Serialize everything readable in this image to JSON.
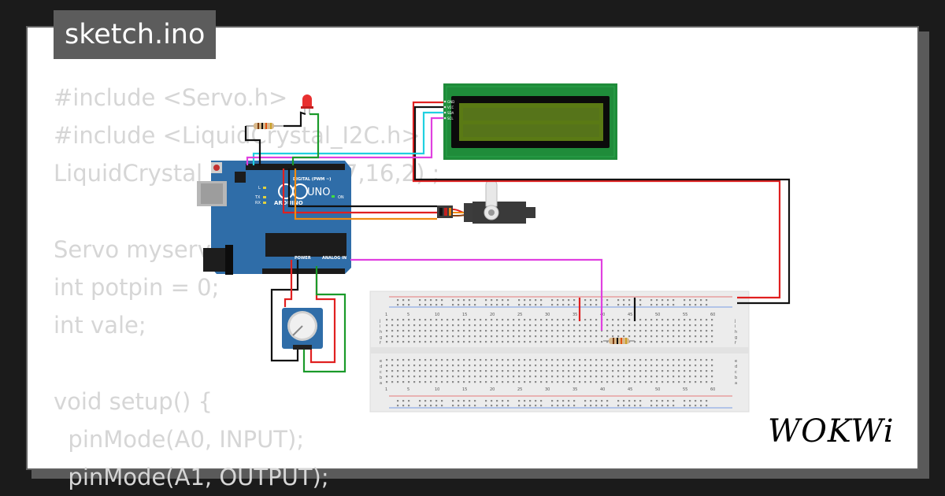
{
  "title": "sketch.ino",
  "code_lines": [
    "#include <Servo.h>",
    "#include <LiquidCrystal_I2C.h>",
    "LiquidCrystal_I2C lcd(0x27,16,2) ;",
    "",
    "Servo myservo;",
    "int potpin = 0;",
    "int vale;",
    "",
    "void setup() {",
    "  pinMode(A0, INPUT);",
    "  pinMode(A1, OUTPUT);"
  ],
  "logo": "WOKWi",
  "arduino": {
    "brand": "ARDUINO",
    "model": "UNO",
    "digital_label": "DIGITAL (PWM ~)",
    "power_label": "POWER",
    "analog_label": "ANALOG IN",
    "on_label": "ON",
    "l_label": "L",
    "tx_label": "TX",
    "rx_label": "RX"
  },
  "lcd": {
    "pin_labels": [
      "GND",
      "VCC",
      "SDA",
      "SCL"
    ]
  },
  "breadboard": {
    "column_numbers": [
      "1",
      "5",
      "10",
      "15",
      "20",
      "25",
      "30",
      "35",
      "40",
      "45",
      "50",
      "55",
      "60"
    ],
    "row_letters_top": [
      "j",
      "i",
      "h",
      "g",
      "f"
    ],
    "row_letters_bottom": [
      "e",
      "d",
      "c",
      "b",
      "a"
    ]
  },
  "colors": {
    "background": "#1b1b1b",
    "card": "#ffffff",
    "code_text": "#d6d6d6",
    "board": "#2f6da8",
    "lcd_pcb": "#1f8c3a",
    "lcd_screen": "#5a7a14",
    "wire_red": "#e02020",
    "wire_black": "#111111",
    "wire_green": "#1a9a2a",
    "wire_magenta": "#e040e0",
    "wire_cyan": "#20d0e0",
    "wire_orange": "#f08a10"
  }
}
